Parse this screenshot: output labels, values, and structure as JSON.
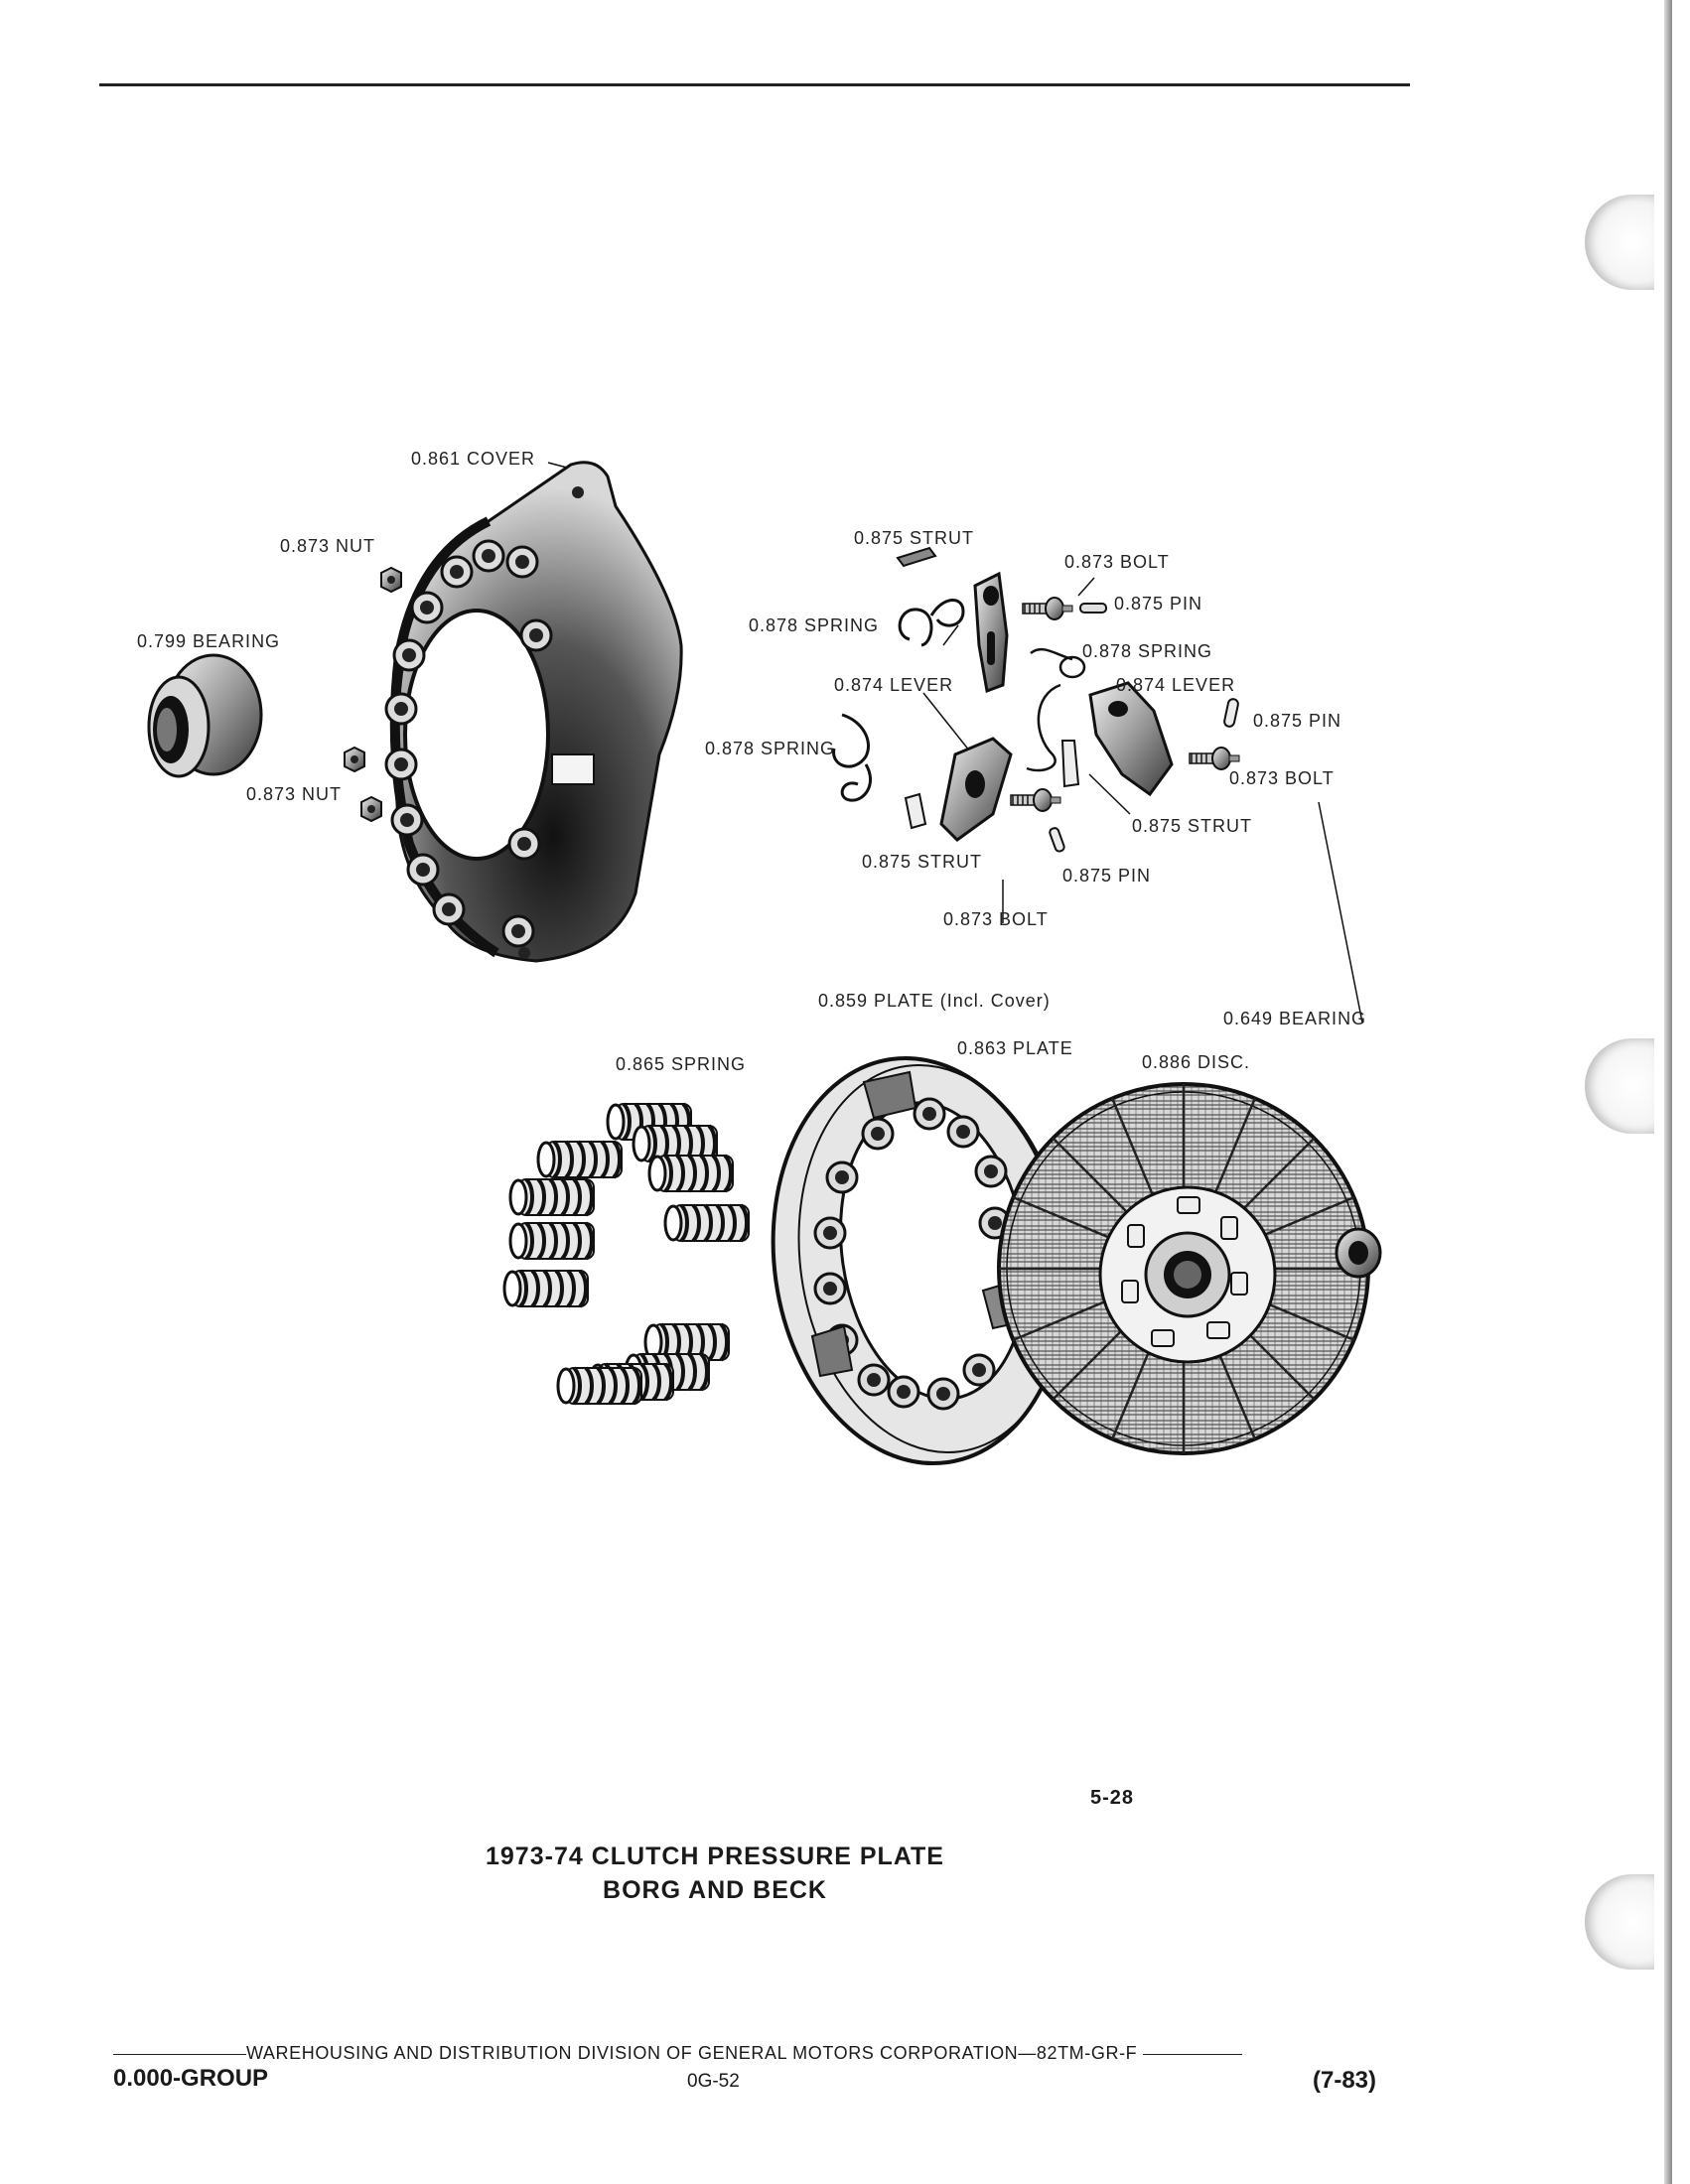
{
  "labels": {
    "cover_861": "0.861 COVER",
    "nut_873_top": "0.873 NUT",
    "bearing_799": "0.799 BEARING",
    "nut_873_bottom": "0.873 NUT",
    "strut_875_top": "0.875 STRUT",
    "bolt_873_top": "0.873 BOLT",
    "pin_875_top": "0.875 PIN",
    "spring_878_left_top": "0.878 SPRING",
    "spring_878_right": "0.878 SPRING",
    "lever_874_left": "0.874 LEVER",
    "lever_874_right": "0.874 LEVER",
    "pin_875_right": "0.875 PIN",
    "spring_878_left_mid": "0.878 SPRING",
    "bolt_873_right": "0.873 BOLT",
    "strut_875_right": "0.875 STRUT",
    "strut_875_bottom": "0.875 STRUT",
    "pin_875_bottom": "0.875 PIN",
    "bolt_873_bottom": "0.873 BOLT",
    "plate_859": "0.859 PLATE (Incl. Cover)",
    "bearing_649": "0.649 BEARING",
    "plate_863": "0.863 PLATE",
    "spring_865": "0.865 SPRING",
    "disc_886": "0.886 DISC."
  },
  "figure_number": "5-28",
  "caption": {
    "line1": "1973-74 CLUTCH PRESSURE PLATE",
    "line2": "BORG AND BECK"
  },
  "footer": {
    "division": "WAREHOUSING AND DISTRIBUTION  DIVISION OF GENERAL MOTORS CORPORATION—82TM-GR-F",
    "group": "0.000-GROUP",
    "page_code": "0G-52",
    "date_code": "(7-83)"
  }
}
